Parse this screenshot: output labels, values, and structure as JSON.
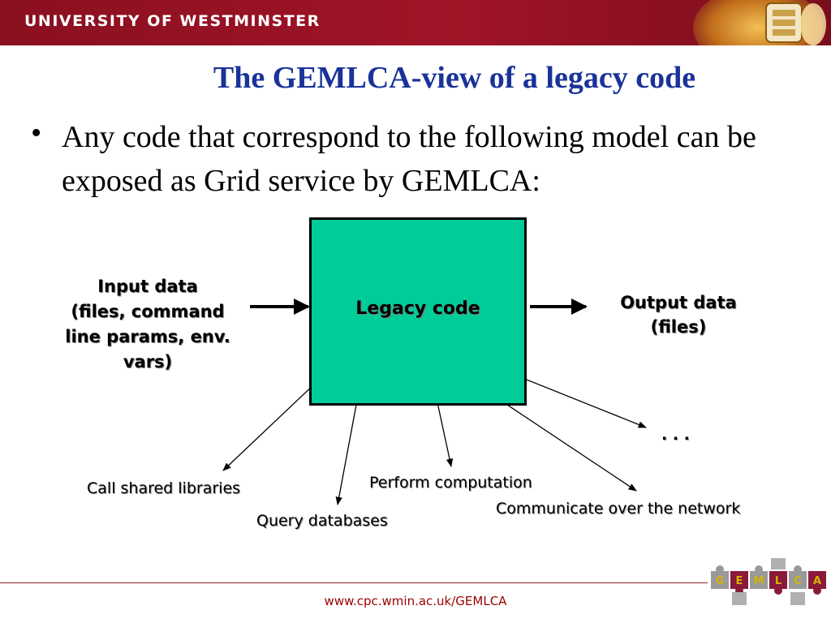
{
  "header": {
    "university_name": "UNIVERSITY OF WESTMINSTER"
  },
  "slide": {
    "title": "The GEMLCA-view of a legacy code",
    "bullet": "Any code that correspond to the following model can be exposed as Grid service by GEMLCA:"
  },
  "diagram": {
    "box_label": "Legacy code",
    "input_lines": [
      "Input data",
      "(files, command",
      "line params, env.",
      "vars)"
    ],
    "output_lines": [
      "Output data",
      "(files)"
    ],
    "actions": {
      "shared_libraries": "Call shared libraries",
      "query_databases": "Query databases",
      "perform_computation": "Perform computation",
      "communicate_network": "Communicate over the network",
      "more": ". . ."
    },
    "box_color": "#00cc99"
  },
  "footer": {
    "url": "www.cpc.wmin.ac.uk/GEMLCA",
    "logo_letters": [
      "G",
      "E",
      "M",
      "L",
      "C",
      "A"
    ]
  },
  "colors": {
    "header_red": "#a01428",
    "title_blue": "#1a3399",
    "footer_red": "#990000"
  }
}
